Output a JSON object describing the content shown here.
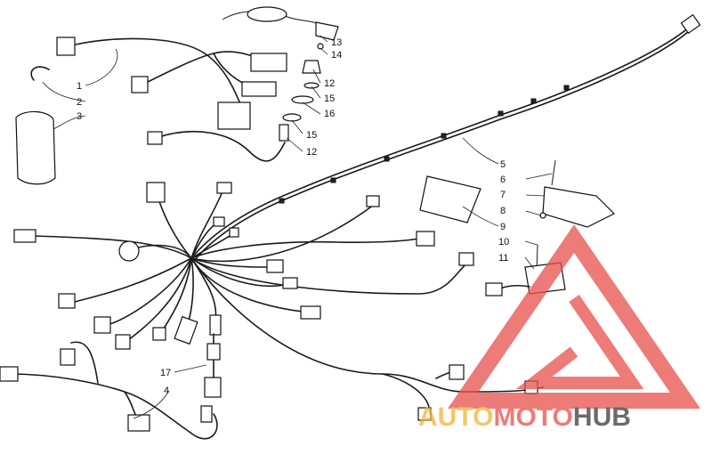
{
  "callouts": [
    {
      "id": "c1",
      "label": "1"
    },
    {
      "id": "c2",
      "label": "2"
    },
    {
      "id": "c3",
      "label": "3"
    },
    {
      "id": "c4",
      "label": "4"
    },
    {
      "id": "c5",
      "label": "5"
    },
    {
      "id": "c6",
      "label": "6"
    },
    {
      "id": "c7",
      "label": "7"
    },
    {
      "id": "c8",
      "label": "8"
    },
    {
      "id": "c9",
      "label": "9"
    },
    {
      "id": "c10",
      "label": "10"
    },
    {
      "id": "c11",
      "label": "11"
    },
    {
      "id": "c12a",
      "label": "12"
    },
    {
      "id": "c12b",
      "label": "12"
    },
    {
      "id": "c13",
      "label": "13"
    },
    {
      "id": "c14",
      "label": "14"
    },
    {
      "id": "c15a",
      "label": "15"
    },
    {
      "id": "c15b",
      "label": "15"
    },
    {
      "id": "c16",
      "label": "16"
    },
    {
      "id": "c17",
      "label": "17"
    }
  ],
  "watermark": {
    "part1": "AUTO",
    "part2": "MOTO",
    "part3": "HUB",
    "color_part1": "#f2b233",
    "color_part2": "#e8504a",
    "color_part3": "#3a3a3a",
    "triangle_color": "#e8504a"
  }
}
